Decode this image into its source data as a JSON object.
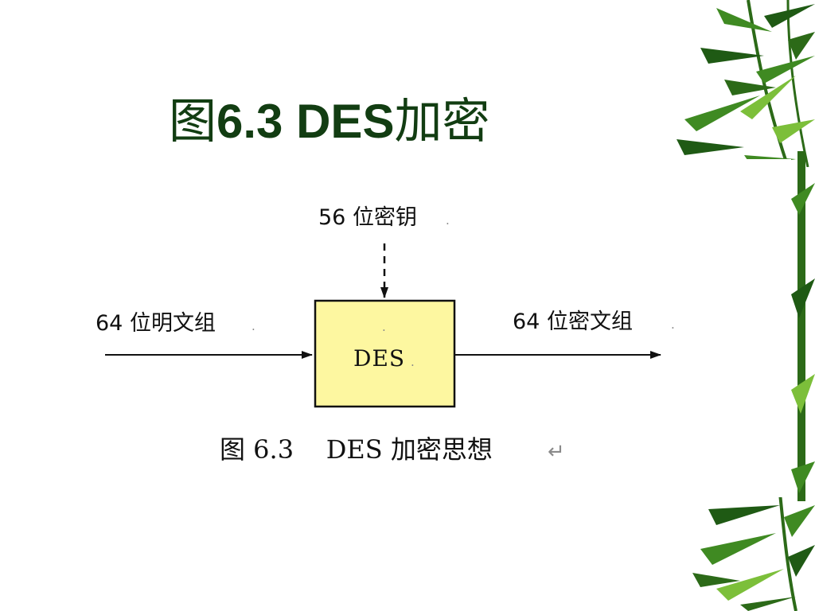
{
  "slide": {
    "title_prefix": "图",
    "title_number": "6.3",
    "title_acronym": "DES",
    "title_suffix": "加密"
  },
  "diagram": {
    "key_label": "56 位密钥",
    "input_label": "64 位明文组",
    "output_label": "64 位密文组",
    "box_label": "DES",
    "box_top_mark": ".",
    "format_mark": ".",
    "caption": "图 6.3    DES 加密思想",
    "return_mark": "↵",
    "box_fill": "#fdf7a0",
    "stroke": "#111111"
  },
  "theme": {
    "title_color": "#123d12",
    "bamboo_dark": "#1f5a14",
    "bamboo_mid": "#3f8a22",
    "bamboo_light": "#7cbf3a"
  }
}
